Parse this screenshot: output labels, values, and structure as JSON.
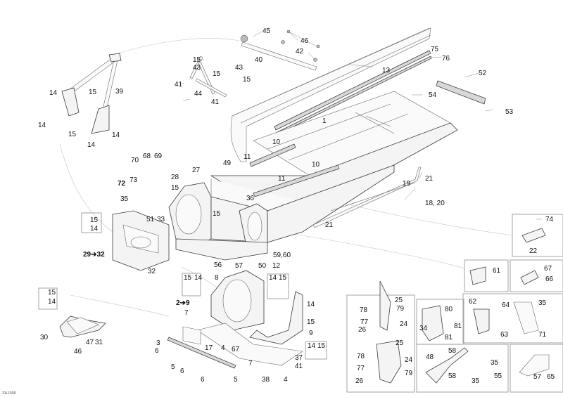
{
  "diagram": {
    "title": "Frame exploded parts diagram",
    "drawing_code": "31L1509",
    "callouts": [
      {
        "id": "c-45",
        "label": "45"
      },
      {
        "id": "c-46",
        "label": "46"
      },
      {
        "id": "c-42",
        "label": "42"
      },
      {
        "id": "c-40",
        "label": "40"
      },
      {
        "id": "c-15a",
        "label": "15"
      },
      {
        "id": "c-43a",
        "label": "43"
      },
      {
        "id": "c-15b",
        "label": "15"
      },
      {
        "id": "c-43b",
        "label": "43"
      },
      {
        "id": "c-15c",
        "label": "15"
      },
      {
        "id": "c-41a",
        "label": "41"
      },
      {
        "id": "c-44",
        "label": "44"
      },
      {
        "id": "c-41b",
        "label": "41"
      },
      {
        "id": "c-13",
        "label": "13"
      },
      {
        "id": "c-75",
        "label": "75"
      },
      {
        "id": "c-76",
        "label": "76"
      },
      {
        "id": "c-52",
        "label": "52"
      },
      {
        "id": "c-54",
        "label": "54"
      },
      {
        "id": "c-53",
        "label": "53"
      },
      {
        "id": "c-1",
        "label": "1"
      },
      {
        "id": "c-10a",
        "label": "10"
      },
      {
        "id": "c-10b",
        "label": "10"
      },
      {
        "id": "c-11a",
        "label": "11"
      },
      {
        "id": "c-11b",
        "label": "11"
      },
      {
        "id": "c-49",
        "label": "49"
      },
      {
        "id": "c-21a",
        "label": "21"
      },
      {
        "id": "c-19",
        "label": "19"
      },
      {
        "id": "c-1820",
        "label": "18, 20"
      },
      {
        "id": "c-21b",
        "label": "21"
      },
      {
        "id": "c-36",
        "label": "36"
      },
      {
        "id": "c-5960",
        "label": "59,60"
      },
      {
        "id": "c-12",
        "label": "12"
      },
      {
        "id": "c-50",
        "label": "50"
      },
      {
        "id": "c-57a",
        "label": "57"
      },
      {
        "id": "c-56",
        "label": "56"
      },
      {
        "id": "c-15d",
        "label": "15"
      },
      {
        "id": "c-14a",
        "label": "14"
      },
      {
        "id": "c-15e",
        "label": "15"
      },
      {
        "id": "c-39",
        "label": "39"
      },
      {
        "id": "c-14b",
        "label": "14"
      },
      {
        "id": "c-15f",
        "label": "15"
      },
      {
        "id": "c-14c",
        "label": "14"
      },
      {
        "id": "c-14d",
        "label": "14"
      },
      {
        "id": "c-70",
        "label": "70"
      },
      {
        "id": "c-68",
        "label": "68"
      },
      {
        "id": "c-69",
        "label": "69"
      },
      {
        "id": "c-27",
        "label": "27"
      },
      {
        "id": "c-28",
        "label": "28"
      },
      {
        "id": "c-73",
        "label": "73"
      },
      {
        "id": "c-72",
        "label": "72"
      },
      {
        "id": "c-15g",
        "label": "15"
      },
      {
        "id": "c-35a",
        "label": "35"
      },
      {
        "id": "c-15h",
        "label": "15"
      },
      {
        "id": "c-14e",
        "label": "14"
      },
      {
        "id": "c-51",
        "label": "51"
      },
      {
        "id": "c-33",
        "label": "33"
      },
      {
        "id": "c-2932",
        "label": "29➔32"
      },
      {
        "id": "c-32",
        "label": "32"
      },
      {
        "id": "c-15i",
        "label": "15"
      },
      {
        "id": "c-14f",
        "label": "14"
      },
      {
        "id": "c-30",
        "label": "30"
      },
      {
        "id": "c-47",
        "label": "47"
      },
      {
        "id": "c-31",
        "label": "31"
      },
      {
        "id": "c-46b",
        "label": "46"
      },
      {
        "id": "c-15j",
        "label": "15"
      },
      {
        "id": "c-14g",
        "label": "14"
      },
      {
        "id": "c-8",
        "label": "8"
      },
      {
        "id": "c-29",
        "label": "2➔9"
      },
      {
        "id": "c-7a",
        "label": "7"
      },
      {
        "id": "c-3",
        "label": "3"
      },
      {
        "id": "c-17",
        "label": "17"
      },
      {
        "id": "c-6a",
        "label": "6"
      },
      {
        "id": "c-5a",
        "label": "5"
      },
      {
        "id": "c-6b",
        "label": "6"
      },
      {
        "id": "c-4a",
        "label": "4"
      },
      {
        "id": "c-67a",
        "label": "67"
      },
      {
        "id": "c-6c",
        "label": "6"
      },
      {
        "id": "c-5b",
        "label": "5"
      },
      {
        "id": "c-7b",
        "label": "7"
      },
      {
        "id": "c-38",
        "label": "38"
      },
      {
        "id": "c-4b",
        "label": "4"
      },
      {
        "id": "c-37",
        "label": "37"
      },
      {
        "id": "c-41c",
        "label": "41"
      },
      {
        "id": "c-9",
        "label": "9"
      },
      {
        "id": "c-14h",
        "label": "14"
      },
      {
        "id": "c-15k",
        "label": "15"
      },
      {
        "id": "c-14i",
        "label": "14"
      },
      {
        "id": "c-15l",
        "label": "15"
      },
      {
        "id": "c-14j",
        "label": "14"
      },
      {
        "id": "c-15m",
        "label": "15"
      },
      {
        "id": "c-25a",
        "label": "25"
      },
      {
        "id": "c-78a",
        "label": "78"
      },
      {
        "id": "c-79a",
        "label": "79"
      },
      {
        "id": "c-77a",
        "label": "77"
      },
      {
        "id": "c-24a",
        "label": "24"
      },
      {
        "id": "c-26a",
        "label": "26"
      },
      {
        "id": "c-25b",
        "label": "25"
      },
      {
        "id": "c-78b",
        "label": "78"
      },
      {
        "id": "c-24b",
        "label": "24"
      },
      {
        "id": "c-77b",
        "label": "77"
      },
      {
        "id": "c-79b",
        "label": "79"
      },
      {
        "id": "c-26b",
        "label": "26"
      },
      {
        "id": "c-80",
        "label": "80"
      },
      {
        "id": "c-34",
        "label": "34"
      },
      {
        "id": "c-81a",
        "label": "81"
      },
      {
        "id": "c-81b",
        "label": "81"
      },
      {
        "id": "c-48",
        "label": "48"
      },
      {
        "id": "c-58a",
        "label": "58"
      },
      {
        "id": "c-58b",
        "label": "58"
      },
      {
        "id": "c-35b",
        "label": "35"
      },
      {
        "id": "c-55",
        "label": "55"
      },
      {
        "id": "c-35c",
        "label": "35"
      },
      {
        "id": "c-57b",
        "label": "57"
      },
      {
        "id": "c-65",
        "label": "65"
      },
      {
        "id": "c-61",
        "label": "61"
      },
      {
        "id": "c-67b",
        "label": "67"
      },
      {
        "id": "c-66",
        "label": "66"
      },
      {
        "id": "c-62",
        "label": "62"
      },
      {
        "id": "c-64",
        "label": "64"
      },
      {
        "id": "c-35d",
        "label": "35"
      },
      {
        "id": "c-63",
        "label": "63"
      },
      {
        "id": "c-71",
        "label": "71"
      },
      {
        "id": "c-74",
        "label": "74"
      },
      {
        "id": "c-22",
        "label": "22"
      }
    ]
  }
}
